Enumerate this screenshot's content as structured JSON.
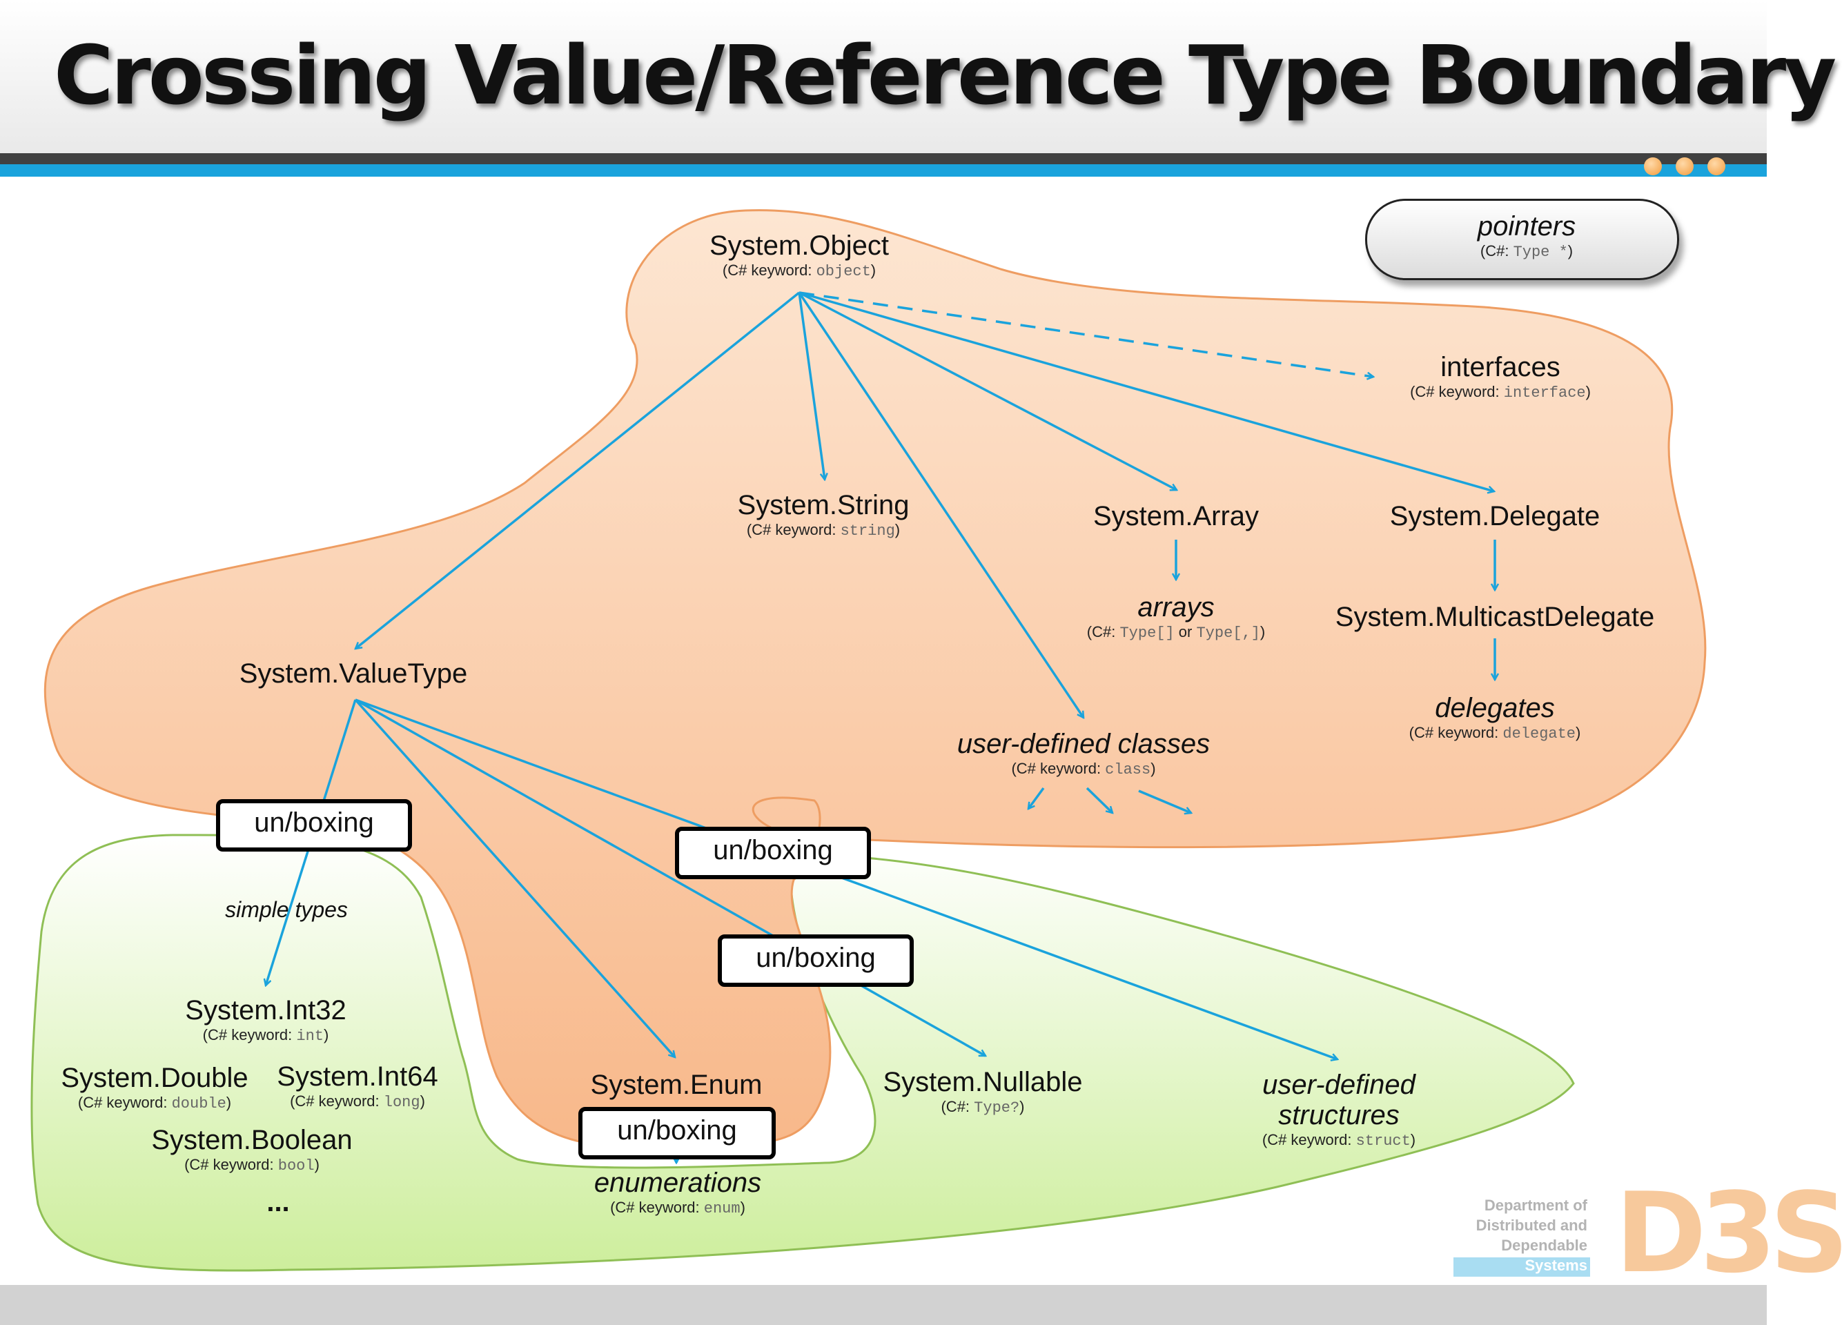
{
  "slide": {
    "title": "Crossing Value/Reference Type Boundary",
    "accent_color": "#1aa3dc",
    "reference_region_color": "#fbc8a1",
    "value_region_color": "#d9f2b4"
  },
  "nodes": {
    "system_object": {
      "name": "System.Object",
      "sub_prefix": "(C# keyword: ",
      "code": "object",
      "sub_suffix": ")"
    },
    "pointers": {
      "name": "pointers",
      "sub_prefix": "(C#: ",
      "code": "Type *",
      "sub_suffix": ")"
    },
    "interfaces": {
      "name": "interfaces",
      "sub_prefix": "(C# keyword: ",
      "code": "interface",
      "sub_suffix": ")"
    },
    "system_string": {
      "name": "System.String",
      "sub_prefix": "(C# keyword: ",
      "code": "string",
      "sub_suffix": ")"
    },
    "system_array": {
      "name": "System.Array"
    },
    "system_delegate": {
      "name": "System.Delegate"
    },
    "arrays": {
      "name": "arrays",
      "sub_prefix": "(C#: ",
      "code1": "Type[]",
      "sub_mid": " or ",
      "code2": "Type[,]",
      "sub_suffix": ")"
    },
    "multicast_delegate": {
      "name": "System.MulticastDelegate"
    },
    "delegates": {
      "name": "delegates",
      "sub_prefix": "(C# keyword: ",
      "code": "delegate",
      "sub_suffix": ")"
    },
    "system_valuetype": {
      "name": "System.ValueType"
    },
    "user_classes": {
      "name": "user-defined classes",
      "sub_prefix": "(C# keyword: ",
      "code": "class",
      "sub_suffix": ")"
    },
    "simple_types": {
      "name": "simple types"
    },
    "int32": {
      "name": "System.Int32",
      "sub_prefix": "(C# keyword: ",
      "code": "int",
      "sub_suffix": ")"
    },
    "double": {
      "name": "System.Double",
      "sub_prefix": "(C# keyword: ",
      "code": "double",
      "sub_suffix": ")"
    },
    "int64": {
      "name": "System.Int64",
      "sub_prefix": "(C# keyword: ",
      "code": "long",
      "sub_suffix": ")"
    },
    "boolean": {
      "name": "System.Boolean",
      "sub_prefix": "(C# keyword: ",
      "code": "bool",
      "sub_suffix": ")"
    },
    "ellipsis": {
      "name": "..."
    },
    "system_enum": {
      "name": "System.Enum"
    },
    "enumerations": {
      "name": "enumerations",
      "sub_prefix": "(C# keyword: ",
      "code": "enum",
      "sub_suffix": ")"
    },
    "nullable": {
      "name": "System.Nullable",
      "sub_prefix": "(C#: ",
      "code": "Type?",
      "sub_suffix": ")"
    },
    "structures": {
      "name_line1": "user-defined",
      "name_line2": "structures",
      "sub_prefix": "(C# keyword: ",
      "code": "struct",
      "sub_suffix": ")"
    }
  },
  "boxing_label": "un/boxing",
  "branding": {
    "dept_line1": "Department of",
    "dept_line2": "Distributed and",
    "dept_line3": "Dependable",
    "dept_line4": "Systems",
    "logo_text": "D3S"
  }
}
